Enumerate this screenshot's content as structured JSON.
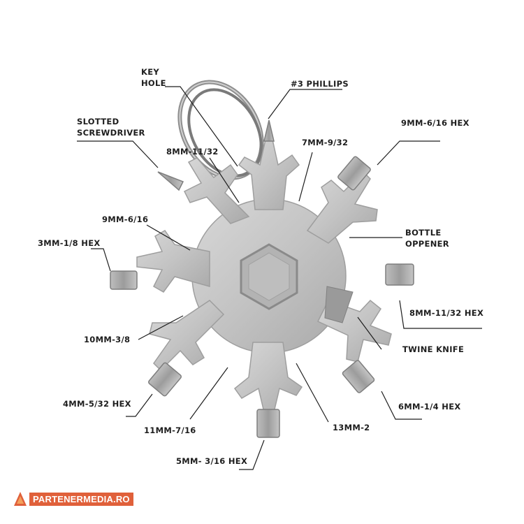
{
  "labels": {
    "key_hole": [
      "KEY",
      "HOLE"
    ],
    "phillips": "#3 PHILLIPS",
    "slotted": [
      "SLOTTED",
      "SCREWDRIVER"
    ],
    "hex_9mm_6_16": "9MM-6/16 HEX",
    "w_8mm_11_32": "8MM-11/32",
    "w_7mm_9_32": "7MM-9/32",
    "w_9mm_6_16": "9MM-6/16",
    "bottle": [
      "BOTTLE",
      "OPPENER"
    ],
    "hex_3mm": "3MM-1/8 HEX",
    "hex_8mm": "8MM-11/32 HEX",
    "w_10mm": "10MM-3/8",
    "twine": "TWINE KNIFE",
    "hex_4mm": "4MM-5/32 HEX",
    "hex_6mm": "6MM-1/4 HEX",
    "w_11mm": "11MM-7/16",
    "w_13mm": "13MM-2",
    "hex_5mm": "5MM- 3/16 HEX"
  },
  "logo": {
    "text": "PARTENERMEDIA.RO"
  },
  "colors": {
    "metal": "#c9c9c9",
    "metal_dark": "#9a9a9a",
    "leader": "#1e1e1e",
    "brand": "#e0603a"
  }
}
